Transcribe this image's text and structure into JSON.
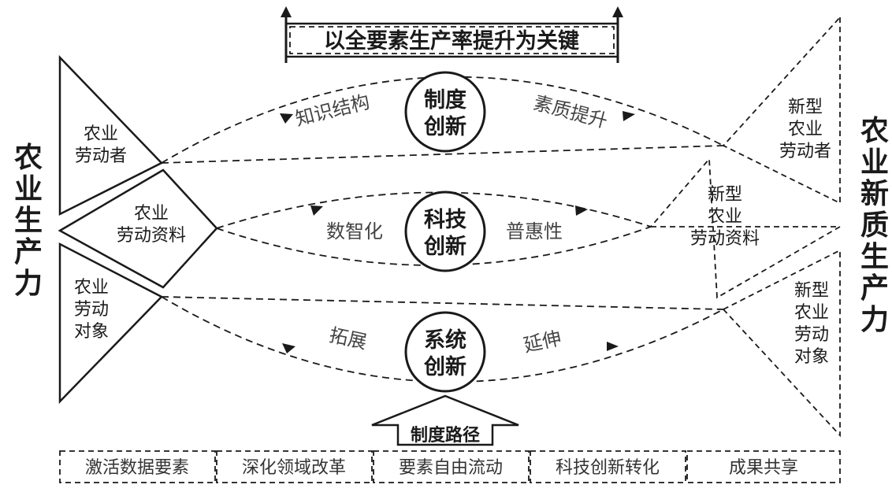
{
  "left_title": "农业生产力",
  "right_title": "农业新质生产力",
  "banner": "以全要素生产率提升为关键",
  "left_boxes": {
    "laborer": [
      "农业",
      "劳动者"
    ],
    "means": [
      "农业",
      "劳动资料"
    ],
    "object": [
      "农业",
      "劳动",
      "对象"
    ]
  },
  "right_boxes": {
    "laborer": [
      "新型",
      "农业",
      "劳动者"
    ],
    "means": [
      "新型",
      "农业",
      "劳动资料"
    ],
    "object": [
      "新型",
      "农业",
      "劳动",
      "对象"
    ]
  },
  "circles": {
    "institutional": [
      "制度",
      "创新"
    ],
    "technological": [
      "科技",
      "创新"
    ],
    "system": [
      "系统",
      "创新"
    ]
  },
  "flow_labels": {
    "knowledge_structure": "知识结构",
    "quality_improvement": "素质提升",
    "digital_intelligence": "数智化",
    "inclusiveness": "普惠性",
    "expansion": "拓展",
    "extension": "延伸"
  },
  "path_label": "制度路径",
  "bottom_items": [
    "激活数据要素",
    "深化领域改革",
    "要素自由流动",
    "科技创新转化",
    "成果共享"
  ]
}
